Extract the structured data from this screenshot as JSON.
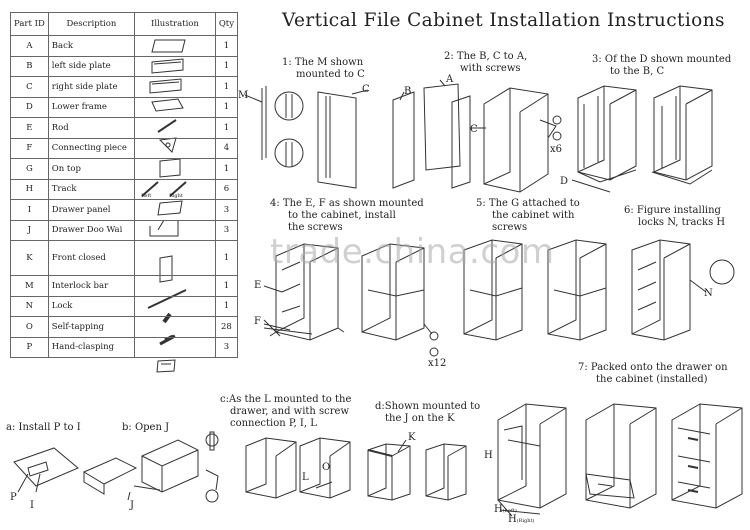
{
  "title": "Vertical File Cabinet Installation Instructions",
  "table": {
    "headers": [
      "Part ID",
      "Description",
      "Illustration",
      "Qty"
    ],
    "rows": [
      {
        "id": "A",
        "desc": "Back",
        "qty": "1"
      },
      {
        "id": "B",
        "desc": "left side plate",
        "qty": "1"
      },
      {
        "id": "C",
        "desc": "right side plate",
        "qty": "1"
      },
      {
        "id": "D",
        "desc": "Lower frame",
        "qty": "1"
      },
      {
        "id": "E",
        "desc": "Rod",
        "qty": "1"
      },
      {
        "id": "F",
        "desc": "Connecting piece",
        "qty": "4"
      },
      {
        "id": "G",
        "desc": "On top",
        "qty": "1"
      },
      {
        "id": "H",
        "desc": "Track",
        "qty": "6"
      },
      {
        "id": "I",
        "desc": "Drawer panel",
        "qty": "3"
      },
      {
        "id": "J",
        "desc": "Drawer Doo Wai",
        "qty": "3"
      },
      {
        "id": "K",
        "desc": "Front closed",
        "qty": "1"
      },
      {
        "id": "M",
        "desc": "Interlock bar",
        "qty": "1"
      },
      {
        "id": "N",
        "desc": "Lock",
        "qty": "1"
      },
      {
        "id": "O",
        "desc": "Self-tapping",
        "qty": "28"
      },
      {
        "id": "P",
        "desc": "Hand-clasping",
        "qty": "3"
      }
    ],
    "track_labels": [
      "Left",
      "Right"
    ]
  },
  "steps": {
    "s1": {
      "line1": "1: The M shown",
      "line2": "mounted to C"
    },
    "s2": {
      "line1": "2: The B, C to A,",
      "line2": "with screws"
    },
    "s3": {
      "line1": "3: Of the D shown mounted",
      "line2": "to the B, C"
    },
    "s4": {
      "line1": "4: The E, F as shown mounted",
      "line2": "to the cabinet, install",
      "line3": "the screws"
    },
    "s5": {
      "line1": "5: The G attached to",
      "line2": "the cabinet with",
      "line3": "screws"
    },
    "s6": {
      "line1": "6: Figure installing",
      "line2": "locks N, tracks H"
    },
    "s7": {
      "line1": "7: Packed onto the drawer on",
      "line2": "the cabinet (installed)"
    },
    "sa": {
      "line1": "a: Install P to I"
    },
    "sb": {
      "line1": "b: Open J"
    },
    "sc": {
      "line1": "c:As the L mounted to the",
      "line2": "drawer, and with screw",
      "line3": "connection P, I, L"
    },
    "sd": {
      "line1": "d:Shown mounted to",
      "line2": "the J on the K"
    }
  },
  "letters": {
    "m": "M",
    "c1": "C",
    "a2": "A",
    "b2": "B",
    "c2": "C",
    "x6": "x6",
    "d3": "D",
    "e4": "E",
    "f4": "F",
    "x12": "x12",
    "n6": "N",
    "p_a": "P",
    "i_a": "I",
    "j_b": "J",
    "l_c": "L",
    "o_c": "O",
    "k_d": "K",
    "h7": "H",
    "h_left": "H",
    "h_left_sub": "(Left)",
    "h_right": "H",
    "h_right_sub": "(Right)"
  },
  "watermark": "trade.china.com"
}
